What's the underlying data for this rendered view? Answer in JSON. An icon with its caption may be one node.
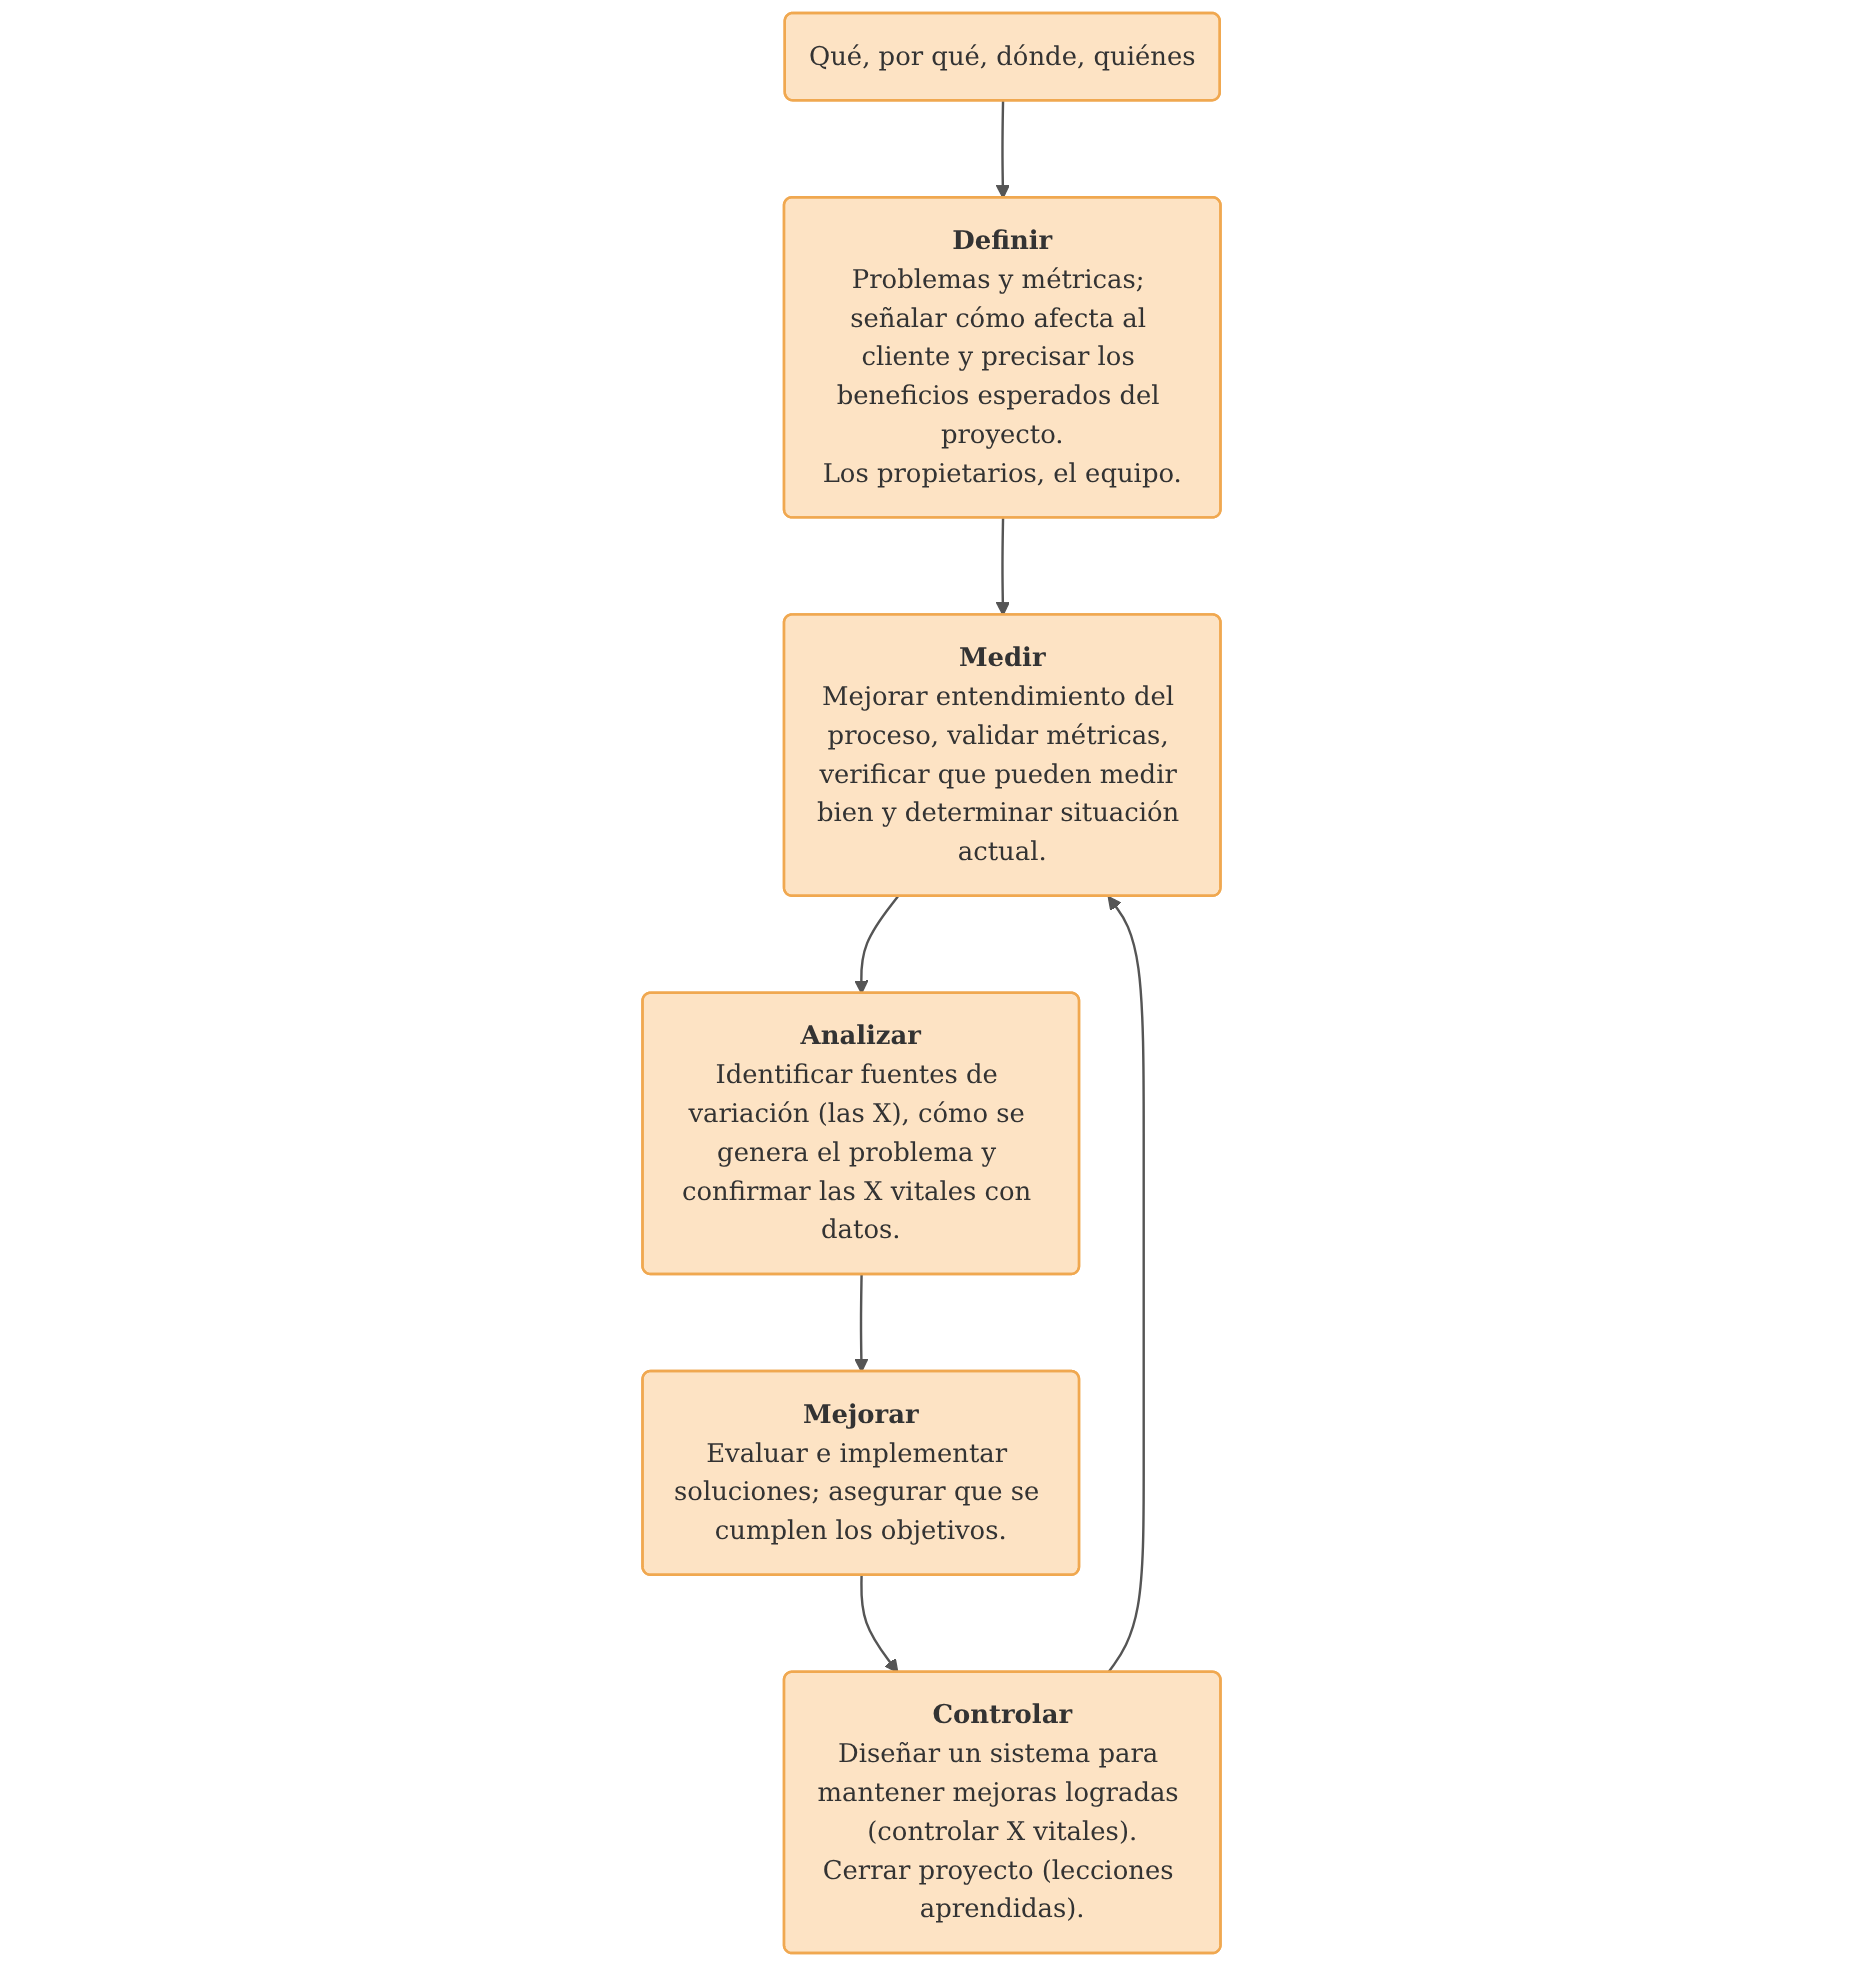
{
  "diagram": {
    "nodes": [
      {
        "text": [
          "Definir",
          "Problemas y métricas; señalar cómo afecta al cliente y precisar los beneficios esperados del proyecto.",
          "Los propietarios, el equipo."
        ]
      },
      {
        "text": [
          "Qué, por qué, dónde, quiénes"
        ]
      },
      {
        "text": [
          "Medir",
          "Mejorar entendimiento del proceso, validar métricas, verificar que pueden medir bien y determinar situación actual."
        ]
      },
      {
        "text": [
          "Controlar",
          "Diseñar un sistema para mantener mejoras logradas (controlar X vitales).",
          "Cerrar proyecto (lecciones aprendidas)."
        ]
      },
      {
        "text": [
          "Analizar",
          "Identificar fuentes de variación (las X), cómo se genera el problema y confirmar las X vitales con datos."
        ]
      },
      {
        "text": [
          "Mejorar",
          "Evaluar e implementar soluciones; asegurar que se cumplen los objetivos."
        ]
      }
    ],
    "edges": [
      {
        "from": 1,
        "to": 0,
        "arrow": "to"
      },
      {
        "from": 0,
        "to": 2,
        "arrow": "to"
      },
      {
        "from": 2,
        "to": 4,
        "arrow": "to"
      },
      {
        "from": 4,
        "to": 5,
        "arrow": "to"
      },
      {
        "from": 5,
        "to": 3,
        "arrow": "to"
      },
      {
        "from": 3,
        "to": 2,
        "arrow": "to"
      }
    ]
  }
}
